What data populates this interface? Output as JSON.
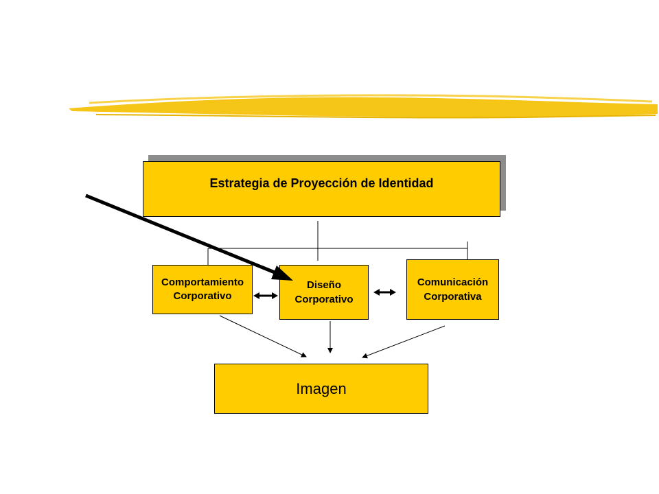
{
  "colors": {
    "box_fill": "#FFCC00",
    "highlight_stroke": "#F5C518",
    "shadow": "#8C8C8C",
    "line": "#000000"
  },
  "diagram": {
    "strategy": {
      "label": "Estrategia de Proyección de Identidad"
    },
    "behavior": {
      "line1": "Comportamiento",
      "line2": "Corporativo"
    },
    "design": {
      "line1": "Diseño",
      "line2": "Corporativo"
    },
    "communication": {
      "line1": "Comunicación",
      "line2": "Corporativa"
    },
    "image": {
      "label": "Imagen"
    }
  }
}
